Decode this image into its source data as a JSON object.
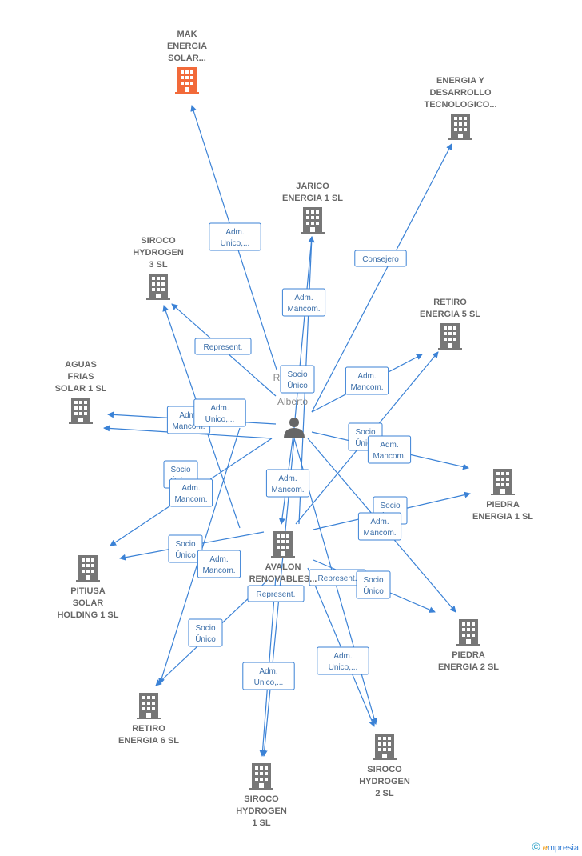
{
  "colors": {
    "edge": "#3b82d6",
    "building": "#777777",
    "highlight": "#f26a3a"
  },
  "person": {
    "label_lines": [
      "R",
      "Alberto"
    ]
  },
  "companies": [
    {
      "id": "mak",
      "lines": [
        "MAK",
        "ENERGIA",
        "SOLAR..."
      ],
      "highlight": true
    },
    {
      "id": "edt",
      "lines": [
        "ENERGIA Y",
        "DESARROLLO",
        "TECNOLOGICO..."
      ]
    },
    {
      "id": "jarico",
      "lines": [
        "JARICO",
        "ENERGIA 1  SL"
      ]
    },
    {
      "id": "siroco3",
      "lines": [
        "SIROCO",
        "HYDROGEN",
        "3  SL"
      ]
    },
    {
      "id": "retiro5",
      "lines": [
        "RETIRO",
        "ENERGIA 5  SL"
      ]
    },
    {
      "id": "aguas",
      "lines": [
        "AGUAS",
        "FRIAS",
        "SOLAR 1  SL"
      ]
    },
    {
      "id": "piedra1",
      "lines": [
        "PIEDRA",
        "ENERGIA 1  SL"
      ]
    },
    {
      "id": "avalon",
      "lines": [
        "AVALON",
        "RENOVABLES..."
      ]
    },
    {
      "id": "pitiusa",
      "lines": [
        "PITIUSA",
        "SOLAR",
        "HOLDING 1  SL"
      ]
    },
    {
      "id": "piedra2",
      "lines": [
        "PIEDRA",
        "ENERGIA 2  SL"
      ]
    },
    {
      "id": "retiro6",
      "lines": [
        "RETIRO",
        "ENERGIA 6  SL"
      ]
    },
    {
      "id": "siroco2",
      "lines": [
        "SIROCO",
        "HYDROGEN",
        "2  SL"
      ]
    },
    {
      "id": "siroco1",
      "lines": [
        "SIROCO",
        "HYDROGEN",
        "1  SL"
      ]
    }
  ],
  "relations": [
    {
      "lines": [
        "Adm.",
        "Unico,..."
      ]
    },
    {
      "lines": [
        "Consejero"
      ]
    },
    {
      "lines": [
        "Adm.",
        "Mancom."
      ]
    },
    {
      "lines": [
        "Represent."
      ]
    },
    {
      "lines": [
        "Socio",
        "Único"
      ]
    },
    {
      "lines": [
        "Adm.",
        "Mancom."
      ]
    },
    {
      "lines": [
        "Adm.",
        "Mancom."
      ]
    },
    {
      "lines": [
        "Adm.",
        "Unico,..."
      ]
    },
    {
      "lines": [
        "Socio",
        "Único"
      ]
    },
    {
      "lines": [
        "Adm.",
        "Mancom."
      ]
    },
    {
      "lines": [
        "Socio",
        "Único"
      ]
    },
    {
      "lines": [
        "Adm.",
        "Mancom."
      ]
    },
    {
      "lines": [
        "Adm.",
        "Mancom."
      ]
    },
    {
      "lines": [
        "Socio",
        "Único"
      ]
    },
    {
      "lines": [
        "Adm.",
        "Mancom."
      ]
    },
    {
      "lines": [
        "Socio",
        "Único"
      ]
    },
    {
      "lines": [
        "Adm.",
        "Mancom."
      ]
    },
    {
      "lines": [
        "Represent."
      ]
    },
    {
      "lines": [
        "Socio",
        "Único"
      ]
    },
    {
      "lines": [
        "Represent."
      ]
    },
    {
      "lines": [
        "Socio",
        "Único"
      ]
    },
    {
      "lines": [
        "Adm.",
        "Unico,..."
      ]
    },
    {
      "lines": [
        "Adm.",
        "Unico,..."
      ]
    }
  ],
  "footer": {
    "copyright": "©",
    "brand_first": "e",
    "brand_rest": "mpresia"
  }
}
